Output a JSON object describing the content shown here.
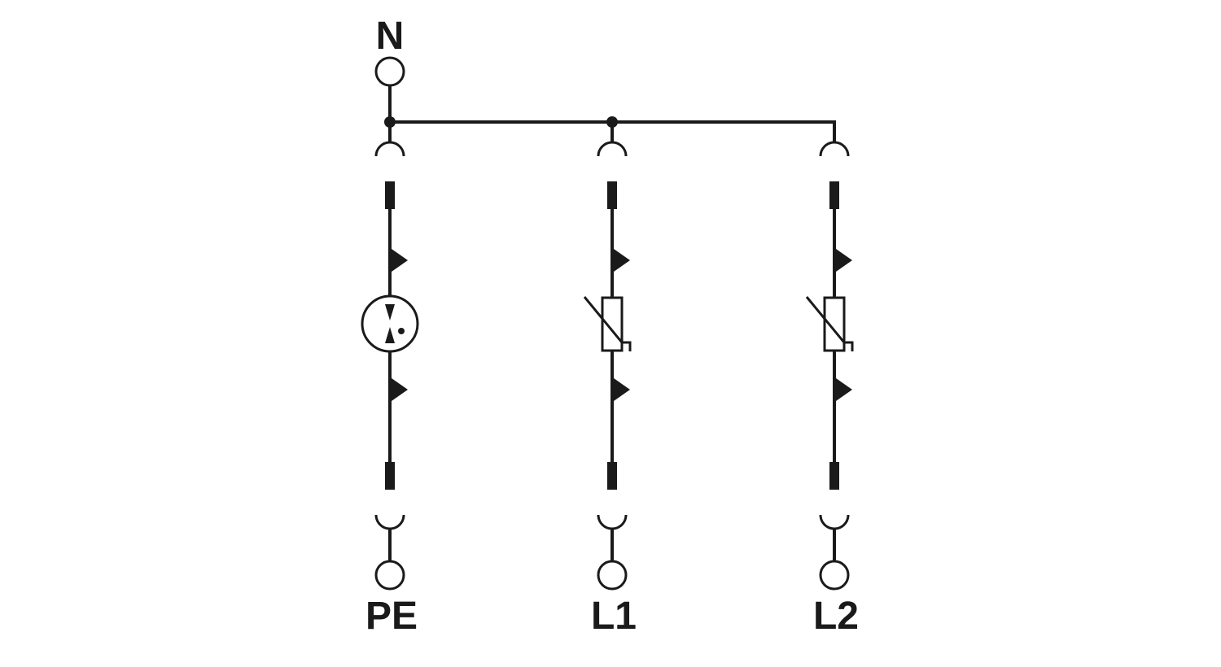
{
  "diagram": {
    "labels": {
      "neutral": "N",
      "protective_earth": "PE",
      "line_1": "L1",
      "line_2": "L2"
    },
    "colors": {
      "stroke": "#1a1a1a",
      "background": "#ffffff"
    }
  }
}
